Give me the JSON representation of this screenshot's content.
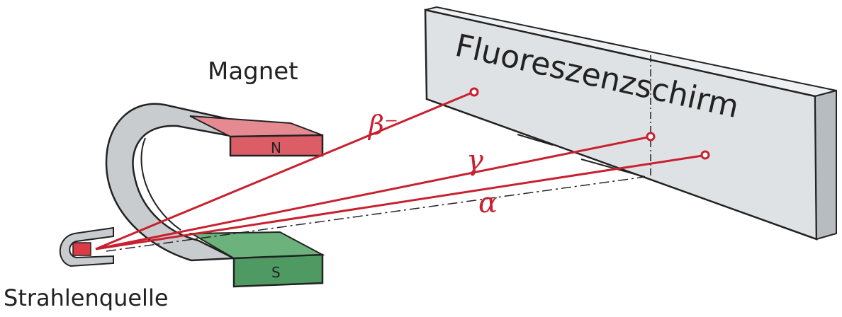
{
  "labels": {
    "magnet": "Magnet",
    "screen": "Fluoreszenzschirm",
    "source": "Strahlenquelle",
    "pole_north": "N",
    "pole_south": "S"
  },
  "rays": {
    "beta": "β⁻",
    "gamma": "γ",
    "alpha": "α"
  },
  "colors": {
    "ray": "#c8202e",
    "north_pole": "#e0606a",
    "south_pole": "#4f9a63",
    "magnet_body": "#c9cccf",
    "screen": "#dcdfe2"
  }
}
